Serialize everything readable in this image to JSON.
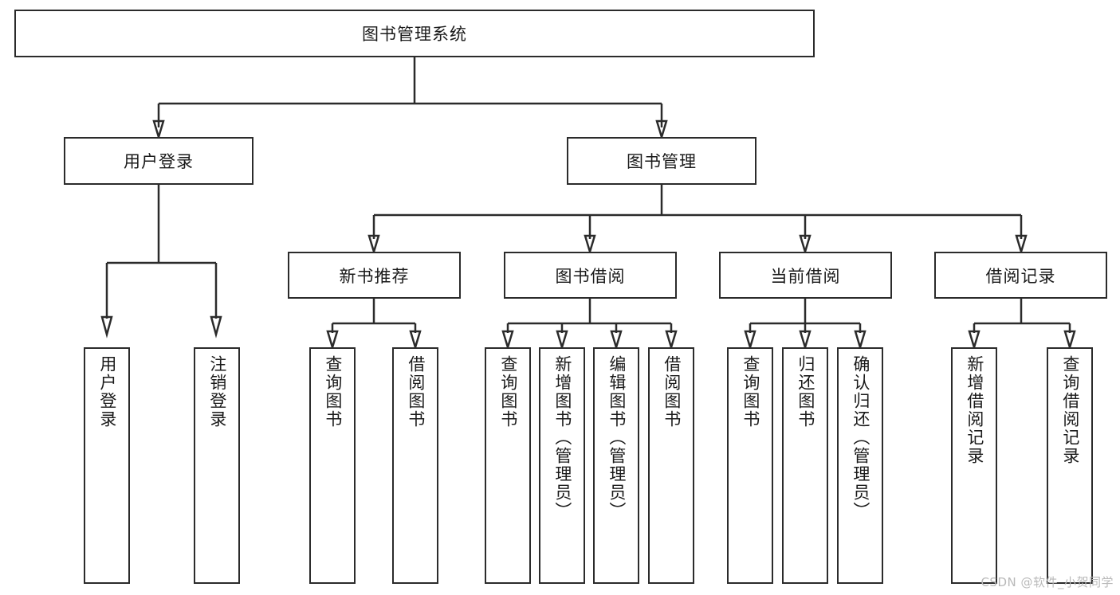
{
  "diagram": {
    "type": "tree",
    "title": "图书管理系统",
    "watermark": "CSDN @软件_小贺同学",
    "colors": {
      "background": "#ffffff",
      "stroke": "#2b2b2b",
      "text": "#1a1a1a",
      "watermark": "#b9b9b9"
    },
    "root": {
      "label": "图书管理系统",
      "orientation": "horizontal"
    },
    "level1": [
      {
        "label": "用户登录",
        "orientation": "horizontal"
      },
      {
        "label": "图书管理",
        "orientation": "horizontal"
      }
    ],
    "level2": [
      {
        "label": "新书推荐",
        "orientation": "horizontal"
      },
      {
        "label": "图书借阅",
        "orientation": "horizontal"
      },
      {
        "label": "当前借阅",
        "orientation": "horizontal"
      },
      {
        "label": "借阅记录",
        "orientation": "horizontal"
      }
    ],
    "leaves": {
      "user_login": [
        {
          "label": "用户登录",
          "orientation": "vertical"
        },
        {
          "label": "注销登录",
          "orientation": "vertical"
        }
      ],
      "new_book_recommend": [
        {
          "label": "查询图书",
          "orientation": "vertical"
        },
        {
          "label": "借阅图书",
          "orientation": "vertical"
        }
      ],
      "book_borrow": [
        {
          "label": "查询图书",
          "orientation": "vertical"
        },
        {
          "label": "新增图书（管理员）",
          "orientation": "vertical"
        },
        {
          "label": "编辑图书（管理员）",
          "orientation": "vertical"
        },
        {
          "label": "借阅图书",
          "orientation": "vertical"
        }
      ],
      "current_borrow": [
        {
          "label": "查询图书",
          "orientation": "vertical"
        },
        {
          "label": "归还图书",
          "orientation": "vertical"
        },
        {
          "label": "确认归还（管理员）",
          "orientation": "vertical"
        }
      ],
      "borrow_record": [
        {
          "label": "新增借阅记录",
          "orientation": "vertical"
        },
        {
          "label": "查询借阅记录",
          "orientation": "vertical"
        }
      ]
    }
  }
}
